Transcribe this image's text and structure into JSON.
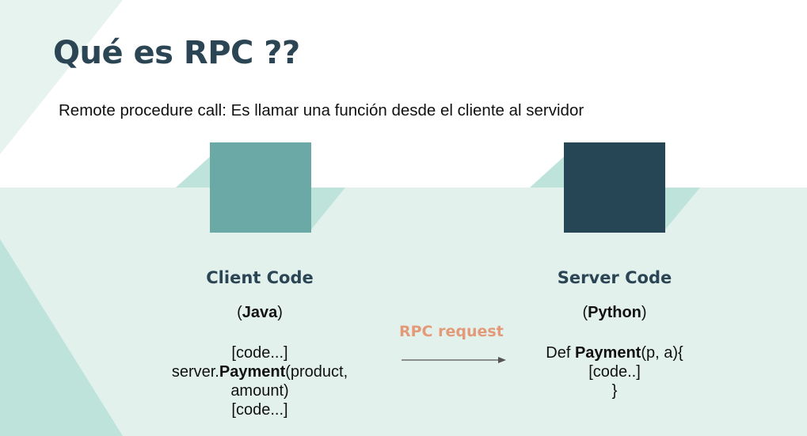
{
  "slide": {
    "title": "Qué es RPC ??",
    "subtitle": "Remote procedure call: Es llamar una función desde el cliente al servidor"
  },
  "client": {
    "heading": "Client Code",
    "lang_open": "(",
    "lang": "Java",
    "lang_close": ")",
    "code_line1": "[code...]",
    "code_line2_prefix": "server.",
    "code_line2_bold": "Payment",
    "code_line2_suffix": "(product,",
    "code_line3": "amount)",
    "code_line4": "[code...]",
    "box_color": "#6aa9a6"
  },
  "server": {
    "heading": "Server Code",
    "lang_open": "(",
    "lang": "Python",
    "lang_close": ")",
    "code_line1_prefix": "Def ",
    "code_line1_bold": "Payment",
    "code_line1_suffix": "(p, a){",
    "code_line2": "[code..]",
    "code_line3": "}",
    "box_color": "#264655"
  },
  "connector": {
    "label": "RPC request",
    "label_color": "#e39a78"
  },
  "colors": {
    "title": "#2b4554",
    "background_pale": "#e3f1ed",
    "background_mint": "#b9e1d8"
  }
}
